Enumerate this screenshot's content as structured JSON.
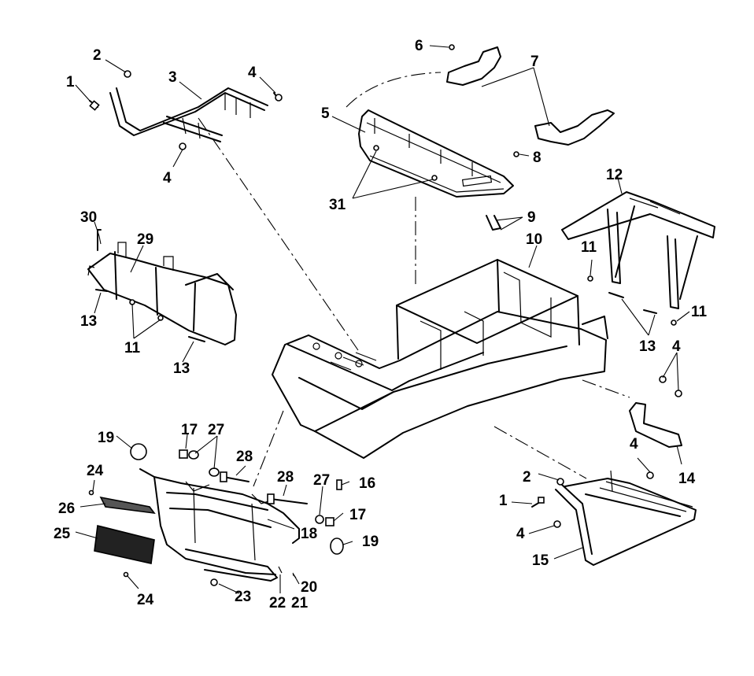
{
  "diagram": {
    "callouts": [
      {
        "id": "c1a",
        "label": "1"
      },
      {
        "id": "c2a",
        "label": "2"
      },
      {
        "id": "c3",
        "label": "3"
      },
      {
        "id": "c4a",
        "label": "4"
      },
      {
        "id": "c4b",
        "label": "4"
      },
      {
        "id": "c5",
        "label": "5"
      },
      {
        "id": "c6",
        "label": "6"
      },
      {
        "id": "c7",
        "label": "7"
      },
      {
        "id": "c8",
        "label": "8"
      },
      {
        "id": "c9",
        "label": "9"
      },
      {
        "id": "c10",
        "label": "10"
      },
      {
        "id": "c11a",
        "label": "11"
      },
      {
        "id": "c11b",
        "label": "11"
      },
      {
        "id": "c11c",
        "label": "11"
      },
      {
        "id": "c12",
        "label": "12"
      },
      {
        "id": "c13a",
        "label": "13"
      },
      {
        "id": "c13b",
        "label": "13"
      },
      {
        "id": "c13c",
        "label": "13"
      },
      {
        "id": "c4c",
        "label": "4"
      },
      {
        "id": "c4d",
        "label": "4"
      },
      {
        "id": "c14",
        "label": "14"
      },
      {
        "id": "c2b",
        "label": "2"
      },
      {
        "id": "c1b",
        "label": "1"
      },
      {
        "id": "c4e",
        "label": "4"
      },
      {
        "id": "c15",
        "label": "15"
      },
      {
        "id": "c16",
        "label": "16"
      },
      {
        "id": "c17a",
        "label": "17"
      },
      {
        "id": "c17b",
        "label": "17"
      },
      {
        "id": "c18",
        "label": "18"
      },
      {
        "id": "c19a",
        "label": "19"
      },
      {
        "id": "c19b",
        "label": "19"
      },
      {
        "id": "c20",
        "label": "20"
      },
      {
        "id": "c21",
        "label": "21"
      },
      {
        "id": "c22",
        "label": "22"
      },
      {
        "id": "c23",
        "label": "23"
      },
      {
        "id": "c24a",
        "label": "24"
      },
      {
        "id": "c24b",
        "label": "24"
      },
      {
        "id": "c25",
        "label": "25"
      },
      {
        "id": "c26",
        "label": "26"
      },
      {
        "id": "c27a",
        "label": "27"
      },
      {
        "id": "c27b",
        "label": "27"
      },
      {
        "id": "c28a",
        "label": "28"
      },
      {
        "id": "c28b",
        "label": "28"
      },
      {
        "id": "c29",
        "label": "29"
      },
      {
        "id": "c30",
        "label": "30"
      },
      {
        "id": "c31",
        "label": "31"
      }
    ]
  }
}
